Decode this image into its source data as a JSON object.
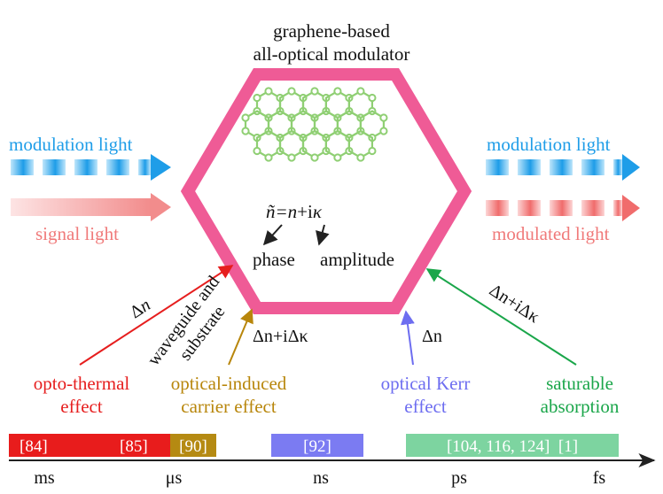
{
  "title": {
    "line1": "graphene-based",
    "line2": "all-optical modulator"
  },
  "formula": {
    "lhs": "ñ=",
    "n": "n",
    "plus_i": "+i",
    "kappa": "κ"
  },
  "center_labels": {
    "phase": "phase",
    "amplitude": "amplitude"
  },
  "left": {
    "modulation_light": "modulation light",
    "signal_light": "signal light"
  },
  "right": {
    "modulation_light": "modulation light",
    "modulated_light": "modulated light"
  },
  "effects": {
    "opto_thermal": {
      "line1": "opto-thermal",
      "line2": "effect",
      "color": "#e61e1e"
    },
    "optical_induced": {
      "line1": "optical-induced",
      "line2": "carrier effect",
      "color": "#b8860b"
    },
    "optical_kerr": {
      "line1": "optical Kerr",
      "line2": "effect",
      "color": "#6d6df0"
    },
    "saturable": {
      "line1": "saturable",
      "line2": "absorption",
      "color": "#1aa64a"
    }
  },
  "arrow_labels": {
    "thermal_delta": "Δn",
    "waveguide_line1": "waveguide and",
    "waveguide_line2": "substrate",
    "carrier": "Δn+iΔκ",
    "kerr": "Δn",
    "saturable": "Δn+iΔκ"
  },
  "timeline": {
    "bars": [
      {
        "label_left": "[84]",
        "label_right": "[85]",
        "color": "#e81c1c"
      },
      {
        "label": "[90]",
        "color": "#b58a12"
      },
      {
        "label": "[92]",
        "color": "#7b7bf2"
      },
      {
        "label": "[104, 116, 124]  [1]",
        "color": "#7dd4a0"
      }
    ],
    "ticks": [
      "ms",
      "μs",
      "ns",
      "ps",
      "fs"
    ]
  },
  "colors": {
    "hexagon": "#ef5b96",
    "graphene": "#8fcf73",
    "modulation": "#1e9de8",
    "signal": "#f07a7a",
    "axis": "#222222"
  }
}
